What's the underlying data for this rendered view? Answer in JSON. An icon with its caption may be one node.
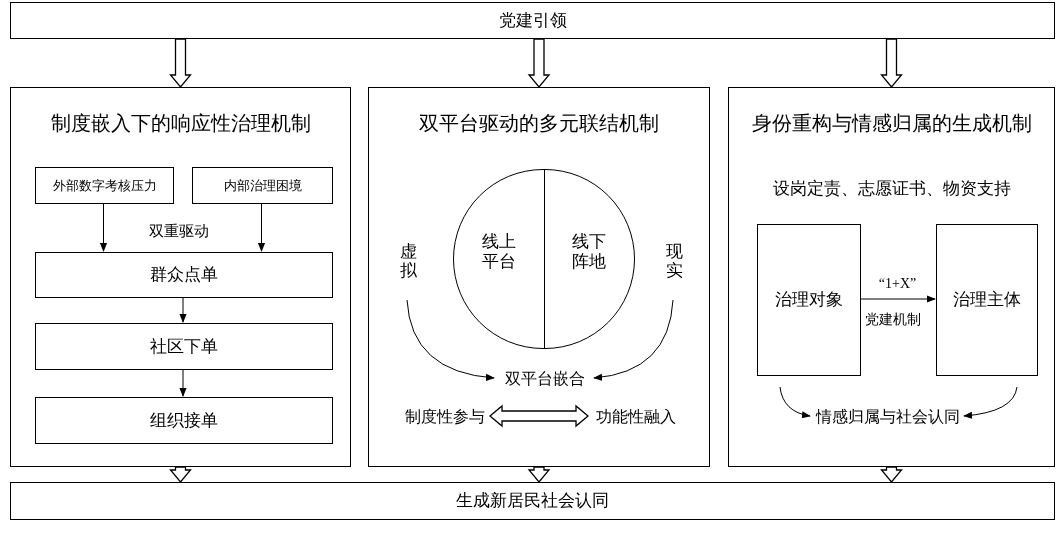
{
  "diagram": {
    "nodes": [
      {
        "text": [
          "党建引领"
        ]
      },
      {
        "text": [
          "制度嵌入下的响应性治理机制"
        ]
      },
      {
        "text": [
          "外部数字考核压力"
        ],
        "in": 1
      },
      {
        "text": [
          "内部治理困境"
        ],
        "in": 1
      },
      {
        "text": [
          "群众点单"
        ],
        "in": 1
      },
      {
        "text": [
          "社区下单"
        ],
        "in": 1
      },
      {
        "text": [
          "组织接单"
        ],
        "in": 1
      },
      {
        "text": [
          "双平台驱动的多元联结机制"
        ]
      },
      {
        "text": [
          "线上平台",
          "线下阵地"
        ],
        "in": 7
      },
      {
        "text": [
          "虚拟"
        ],
        "in": 7
      },
      {
        "text": [
          "现实"
        ],
        "in": 7
      },
      {
        "text": [
          "双平台嵌合"
        ],
        "in": 7
      },
      {
        "text": [
          "制度性参与"
        ],
        "in": 7
      },
      {
        "text": [
          "功能性融入"
        ],
        "in": 7
      },
      {
        "text": [
          "身份重构与情感归属的生成机制",
          "设岗定责、志愿证书、物资支持"
        ]
      },
      {
        "text": [
          "治理对象"
        ],
        "in": 14
      },
      {
        "text": [
          "治理主体"
        ],
        "in": 14
      },
      {
        "text": [
          "情感归属与社会认同"
        ],
        "in": 14
      },
      {
        "text": [
          "生成新居民社会认同"
        ]
      }
    ],
    "edges": [
      {
        "from": 0,
        "to": 1,
        "arrow": "to",
        "style": "thick"
      },
      {
        "from": 0,
        "to": 7,
        "arrow": "to",
        "style": "thick"
      },
      {
        "from": 0,
        "to": 14,
        "arrow": "to",
        "style": "thick"
      },
      {
        "from": 2,
        "to": 4,
        "arrow": "to"
      },
      {
        "from": 3,
        "to": 4,
        "arrow": "to"
      },
      {
        "from": 4,
        "to": 5,
        "arrow": "to"
      },
      {
        "from": 5,
        "to": 6,
        "arrow": "to"
      },
      {
        "from": 9,
        "to": 11,
        "arrow": "to"
      },
      {
        "from": 10,
        "to": 11,
        "arrow": "to"
      },
      {
        "from": 12,
        "to": 13,
        "arrow": "both",
        "style": "thick"
      },
      {
        "from": 15,
        "to": 16,
        "arrow": "to",
        "label": "“1+X”"
      },
      {
        "from": 15,
        "to": 17,
        "arrow": "to"
      },
      {
        "from": 16,
        "to": 17,
        "arrow": "to"
      },
      {
        "from": 1,
        "to": 18,
        "arrow": "to",
        "style": "thick"
      },
      {
        "from": 7,
        "to": 18,
        "arrow": "to",
        "style": "thick"
      },
      {
        "from": 14,
        "to": 18,
        "arrow": "to",
        "style": "thick"
      }
    ],
    "labels": [
      "双重驱动",
      "党建机制"
    ]
  }
}
